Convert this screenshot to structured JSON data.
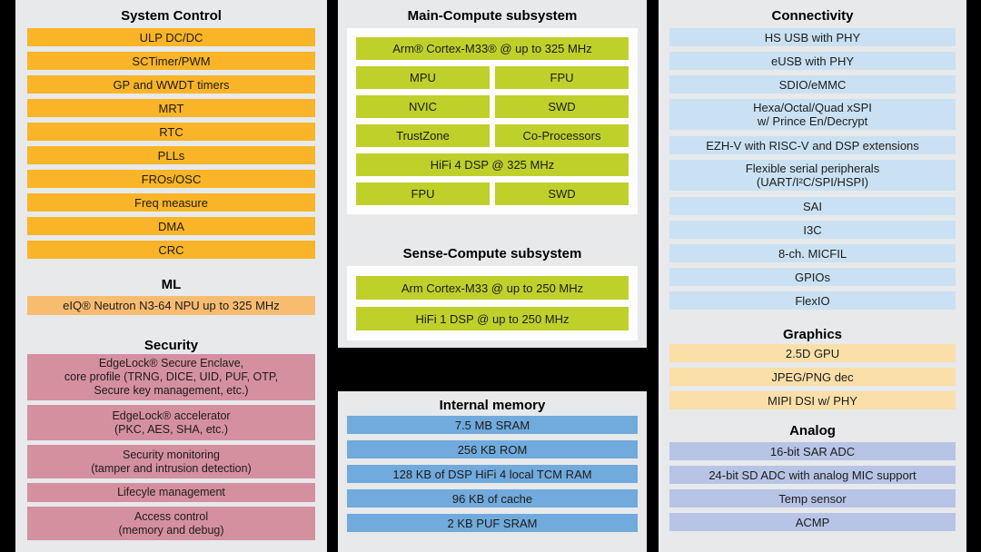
{
  "colors": {
    "background": "#000000",
    "panel_gray": "#e7e9eb",
    "inner_white": "#fdfdfd",
    "system_control_orange": "#fab427",
    "ml_orange": "#f8bc71",
    "security_pink": "#d5909f",
    "compute_green": "#bfd02b",
    "memory_blue": "#71aadc",
    "connectivity_blue": "#c9e1f3",
    "graphics_peach": "#fadfa8",
    "analog_lavender": "#b7c4e5",
    "text": "#1c1c1c"
  },
  "left": {
    "system_control": {
      "title": "System Control",
      "items": [
        "ULP DC/DC",
        "SCTimer/PWM",
        "GP and WWDT timers",
        "MRT",
        "RTC",
        "PLLs",
        "FROs/OSC",
        "Freq measure",
        "DMA",
        "CRC"
      ]
    },
    "ml": {
      "title": "ML",
      "items": [
        "eIQ® Neutron N3-64 NPU up to 325 MHz"
      ]
    },
    "security": {
      "title": "Security",
      "items": [
        "EdgeLock® Secure Enclave,\ncore profile (TRNG, DICE, UID, PUF, OTP,\nSecure key management, etc.)",
        "EdgeLock® accelerator\n(PKC, AES, SHA, etc.)",
        "Security monitoring\n(tamper and intrusion detection)",
        "Lifecyle management",
        "Access control\n(memory and debug)"
      ]
    }
  },
  "middle": {
    "main_compute": {
      "title": "Main-Compute subsystem",
      "cpu": "Arm® Cortex-M33® @ up to 325 MHz",
      "grid1": [
        "MPU",
        "FPU",
        "NVIC",
        "SWD",
        "TrustZone",
        "Co-Processors"
      ],
      "dsp": "HiFi 4 DSP @ 325 MHz",
      "grid2": [
        "FPU",
        "SWD"
      ]
    },
    "sense_compute": {
      "title": "Sense-Compute subsystem",
      "items": [
        "Arm Cortex-M33 @ up to 250 MHz",
        "HiFi 1 DSP @ up to 250 MHz"
      ]
    },
    "internal_memory": {
      "title": "Internal memory",
      "items": [
        "7.5 MB SRAM",
        "256 KB ROM",
        "128 KB of DSP HiFi 4 local TCM RAM",
        "96 KB of cache",
        "2 KB PUF SRAM"
      ]
    }
  },
  "right": {
    "connectivity": {
      "title": "Connectivity",
      "items": [
        "HS USB with PHY",
        "eUSB with PHY",
        "SDIO/eMMC",
        "Hexa/Octal/Quad xSPI\nw/ Prince En/Decrypt",
        "EZH-V with RISC-V and DSP extensions",
        "Flexible serial peripherals\n(UART/I²C/SPI/HSPI)",
        "SAI",
        "I3C",
        "8-ch. MICFIL",
        "GPIOs",
        "FlexIO"
      ]
    },
    "graphics": {
      "title": "Graphics",
      "items": [
        "2.5D GPU",
        "JPEG/PNG dec",
        "MIPI DSI w/ PHY"
      ]
    },
    "analog": {
      "title": "Analog",
      "items": [
        "16-bit SAR ADC",
        "24-bit SD ADC with analog MIC support",
        "Temp sensor",
        "ACMP"
      ]
    }
  }
}
